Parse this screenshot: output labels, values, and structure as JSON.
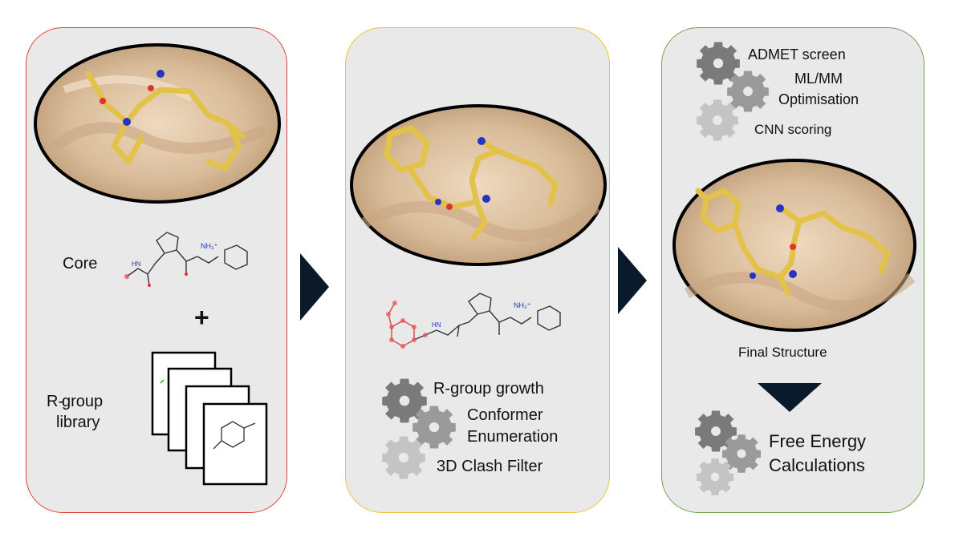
{
  "colors": {
    "panel_bg": "#e9e9e9",
    "panel1_border": "#e0403a",
    "panel2_border": "#efc23a",
    "panel3_border": "#6fa24a",
    "arrow": "#0b1a2b",
    "ligand": "#e3c24a",
    "pocket": "#d9bc9a"
  },
  "panel1": {
    "core_label": "Core",
    "plus": "+",
    "rgroup_label_line1": "R-",
    "rgroup_label_line2": "group",
    "rgroup_label_line3": "library",
    "nh3_label": "NH₃⁺",
    "hn_label": "HN"
  },
  "panel2": {
    "steps": [
      "R-group growth",
      "Conformer",
      "Enumeration",
      "3D Clash Filter"
    ],
    "nh3_label": "NH₃⁺",
    "hn_label": "HN"
  },
  "panel3": {
    "steps": [
      "ADMET screen",
      "ML/MM",
      "Optimisation",
      "CNN scoring"
    ],
    "final_label": "Final Structure",
    "fe_line1": "Free Energy",
    "fe_line2": "Calculations"
  },
  "icons": {
    "gear": "gear-icon",
    "arrow": "triangle-arrow-icon"
  }
}
